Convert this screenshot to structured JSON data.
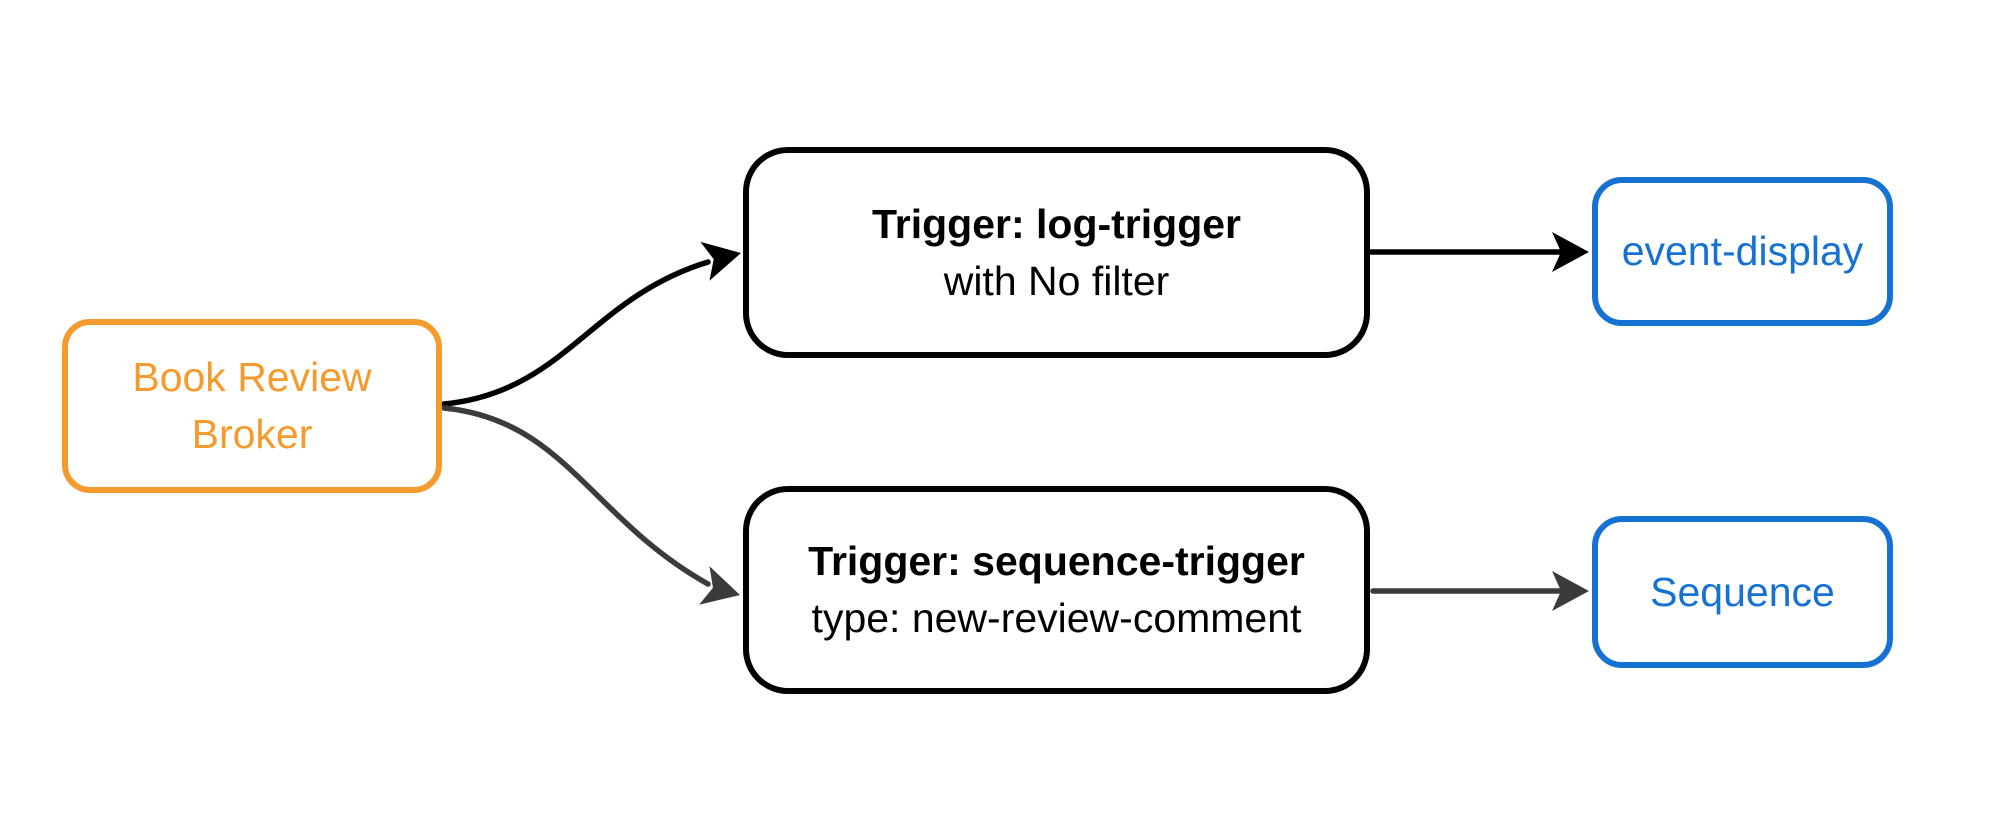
{
  "colors": {
    "canvas_bg": "#FFFFFF",
    "broker_accent": "#F59B2E",
    "sink_accent": "#1672D2",
    "trigger_accent": "#000000",
    "edge_dark": "#000000",
    "edge_gray": "#3B3B3B"
  },
  "nodes": {
    "broker": {
      "line1": "Book Review",
      "line2": "Broker"
    },
    "log_trigger": {
      "line1": "Trigger: log-trigger",
      "line2": "with No filter"
    },
    "sequence_trigger": {
      "line1": "Trigger: sequence-trigger",
      "line2": "type: new-review-comment"
    },
    "event_display": {
      "label": "event-display"
    },
    "sequence": {
      "label": "Sequence"
    }
  }
}
